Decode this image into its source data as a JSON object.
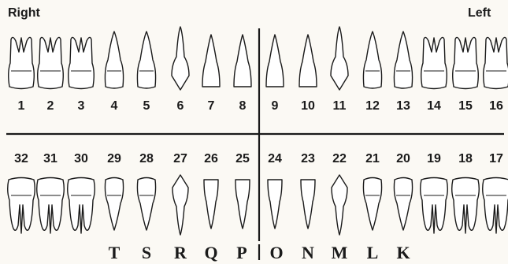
{
  "labels": {
    "right": "Right",
    "left": "Left"
  },
  "upper_teeth": [
    {
      "number": "1",
      "kind": "molar"
    },
    {
      "number": "2",
      "kind": "molar"
    },
    {
      "number": "3",
      "kind": "molar"
    },
    {
      "number": "4",
      "kind": "premolar"
    },
    {
      "number": "5",
      "kind": "premolar"
    },
    {
      "number": "6",
      "kind": "canine"
    },
    {
      "number": "7",
      "kind": "incisor"
    },
    {
      "number": "8",
      "kind": "incisor"
    },
    {
      "number": "9",
      "kind": "incisor"
    },
    {
      "number": "10",
      "kind": "incisor"
    },
    {
      "number": "11",
      "kind": "canine"
    },
    {
      "number": "12",
      "kind": "premolar"
    },
    {
      "number": "13",
      "kind": "premolar"
    },
    {
      "number": "14",
      "kind": "molar"
    },
    {
      "number": "15",
      "kind": "molar"
    },
    {
      "number": "16",
      "kind": "molar"
    }
  ],
  "lower_teeth": [
    {
      "number": "32",
      "kind": "molar"
    },
    {
      "number": "31",
      "kind": "molar"
    },
    {
      "number": "30",
      "kind": "molar"
    },
    {
      "number": "29",
      "kind": "premolar"
    },
    {
      "number": "28",
      "kind": "premolar"
    },
    {
      "number": "27",
      "kind": "canine"
    },
    {
      "number": "26",
      "kind": "incisor"
    },
    {
      "number": "25",
      "kind": "incisor"
    },
    {
      "number": "24",
      "kind": "incisor"
    },
    {
      "number": "23",
      "kind": "incisor"
    },
    {
      "number": "22",
      "kind": "canine"
    },
    {
      "number": "21",
      "kind": "premolar"
    },
    {
      "number": "20",
      "kind": "premolar"
    },
    {
      "number": "19",
      "kind": "molar"
    },
    {
      "number": "18",
      "kind": "molar"
    },
    {
      "number": "17",
      "kind": "molar"
    }
  ],
  "primary_letters_right": [
    "T",
    "S",
    "R",
    "Q",
    "P"
  ],
  "primary_letters_left": [
    "O",
    "N",
    "M",
    "L",
    "K"
  ]
}
